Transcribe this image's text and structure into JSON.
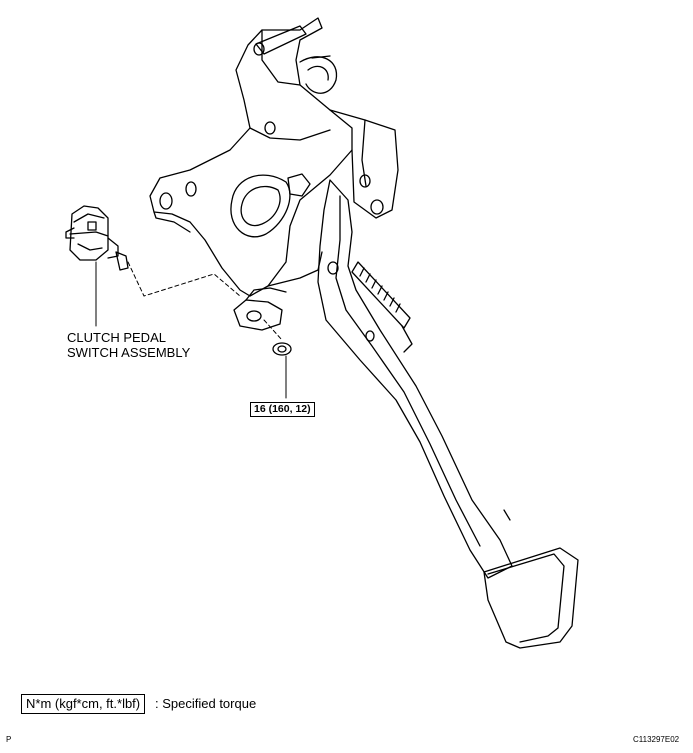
{
  "labels": {
    "switch_line1": "CLUTCH PEDAL",
    "switch_line2": "SWITCH ASSEMBLY",
    "torque": "16 (160, 12)"
  },
  "legend": {
    "unit_box": "N*m (kgf*cm, ft.*lbf)",
    "description": ": Specified torque"
  },
  "footer": {
    "left_letter": "P",
    "figure_code": "C113297E02"
  }
}
